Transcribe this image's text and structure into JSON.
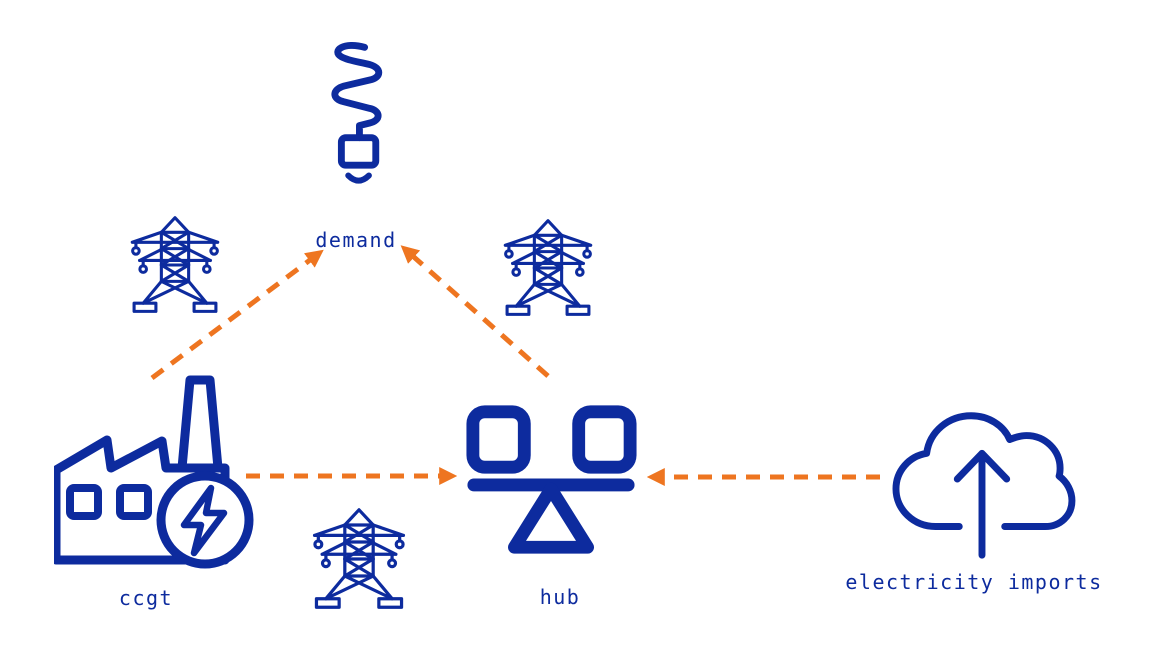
{
  "palette": {
    "navy": "#0d2b9e",
    "orange": "#ee7520",
    "bg": "#ffffff"
  },
  "nodes": {
    "demand": {
      "label": "demand",
      "icon": "cfl-bulb-icon"
    },
    "ccgt": {
      "label": "ccgt",
      "icon": "power-plant-icon"
    },
    "hub": {
      "label": "hub",
      "icon": "balance-scale-icon"
    },
    "imports": {
      "label": "electricity imports",
      "icon": "cloud-import-icon"
    }
  },
  "decorations": {
    "transmission_towers": [
      {
        "icon": "transmission-tower-icon",
        "position": "upper-left"
      },
      {
        "icon": "transmission-tower-icon",
        "position": "upper-right"
      },
      {
        "icon": "transmission-tower-icon",
        "position": "bottom-center"
      }
    ]
  },
  "edges": [
    {
      "from": "ccgt",
      "to": "demand",
      "style": "orange-dashed-arrow"
    },
    {
      "from": "hub",
      "to": "demand",
      "style": "orange-dashed-arrow"
    },
    {
      "from": "ccgt",
      "to": "hub",
      "style": "orange-dashed-arrow"
    },
    {
      "from": "imports",
      "to": "hub",
      "style": "orange-dashed-arrow"
    }
  ]
}
